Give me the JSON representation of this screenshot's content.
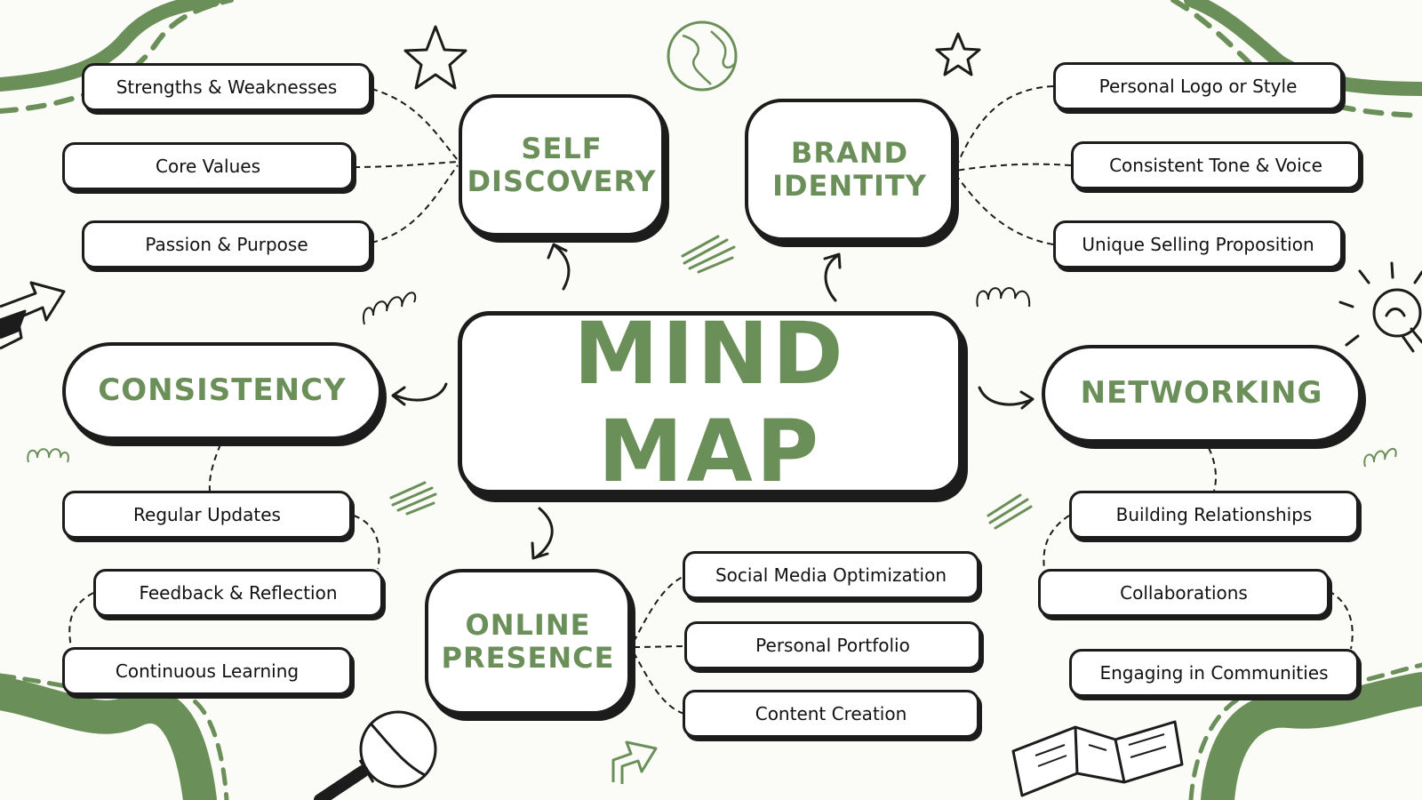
{
  "colors": {
    "accent": "#6b8f58",
    "ink": "#1c1c1c",
    "background": "#fbfbf7",
    "card": "#ffffff"
  },
  "center": {
    "title": "MIND MAP"
  },
  "topics": {
    "self_discovery": {
      "line1": "SELF",
      "line2": "DISCOVERY"
    },
    "brand_identity": {
      "line1": "BRAND",
      "line2": "IDENTITY"
    },
    "consistency": {
      "label": "CONSISTENCY"
    },
    "networking": {
      "label": "NETWORKING"
    },
    "online_presence": {
      "line1": "ONLINE",
      "line2": "PRESENCE"
    }
  },
  "items": {
    "self_discovery": [
      "Strengths & Weaknesses",
      "Core Values",
      "Passion & Purpose"
    ],
    "brand_identity": [
      "Personal Logo or Style",
      "Consistent Tone & Voice",
      "Unique Selling Proposition"
    ],
    "consistency": [
      "Regular Updates",
      "Feedback & Reflection",
      "Continuous Learning"
    ],
    "networking": [
      "Building Relationships",
      "Collaborations",
      "Engaging in Communities"
    ],
    "online_presence": [
      "Social Media Optimization",
      "Personal Portfolio",
      "Content Creation"
    ]
  },
  "icons": [
    "star-icon",
    "globe-icon",
    "arrow-icon",
    "lightbulb-icon",
    "magnifier-icon",
    "book-icon",
    "scribble-icon"
  ]
}
